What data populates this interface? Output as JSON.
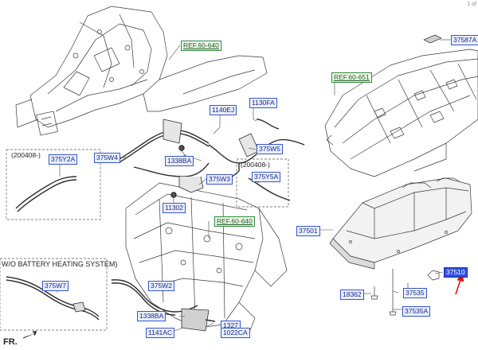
{
  "page_indicator": "1 of",
  "direction_label": "FR.",
  "variant_caption": "W/O BATTERY HEATING SYSTEM)",
  "option_dates": {
    "left": "(200408-)",
    "right": "(200408-)"
  },
  "references": {
    "ref_top": "REF.60-640",
    "ref_floor": "REF.60-651",
    "ref_dash": "REF.60-640"
  },
  "parts": {
    "p37587A": "37587A",
    "p1140EJ": "1140EJ",
    "p1130FA": "1130FA",
    "p375Y2A": "375Y2A",
    "p375W4": "375W4",
    "p1338BA_top": "1338BA",
    "p375W5": "375W5",
    "p375Y5A": "375Y5A",
    "p375W3": "375W3",
    "p11302": "11302",
    "p37501": "37501",
    "p37510": "37510",
    "p375W7": "375W7",
    "p375W2": "375W2",
    "p1338BA_bottom": "1338BA",
    "p1141AC": "1141AC",
    "p1327": "1327",
    "p1022CA": "1022CA",
    "p18362": "18362",
    "p37535": "37535",
    "p37535A": "37535A"
  },
  "highlight_color": "#2f4fe0",
  "pointer_color": "#e01010"
}
